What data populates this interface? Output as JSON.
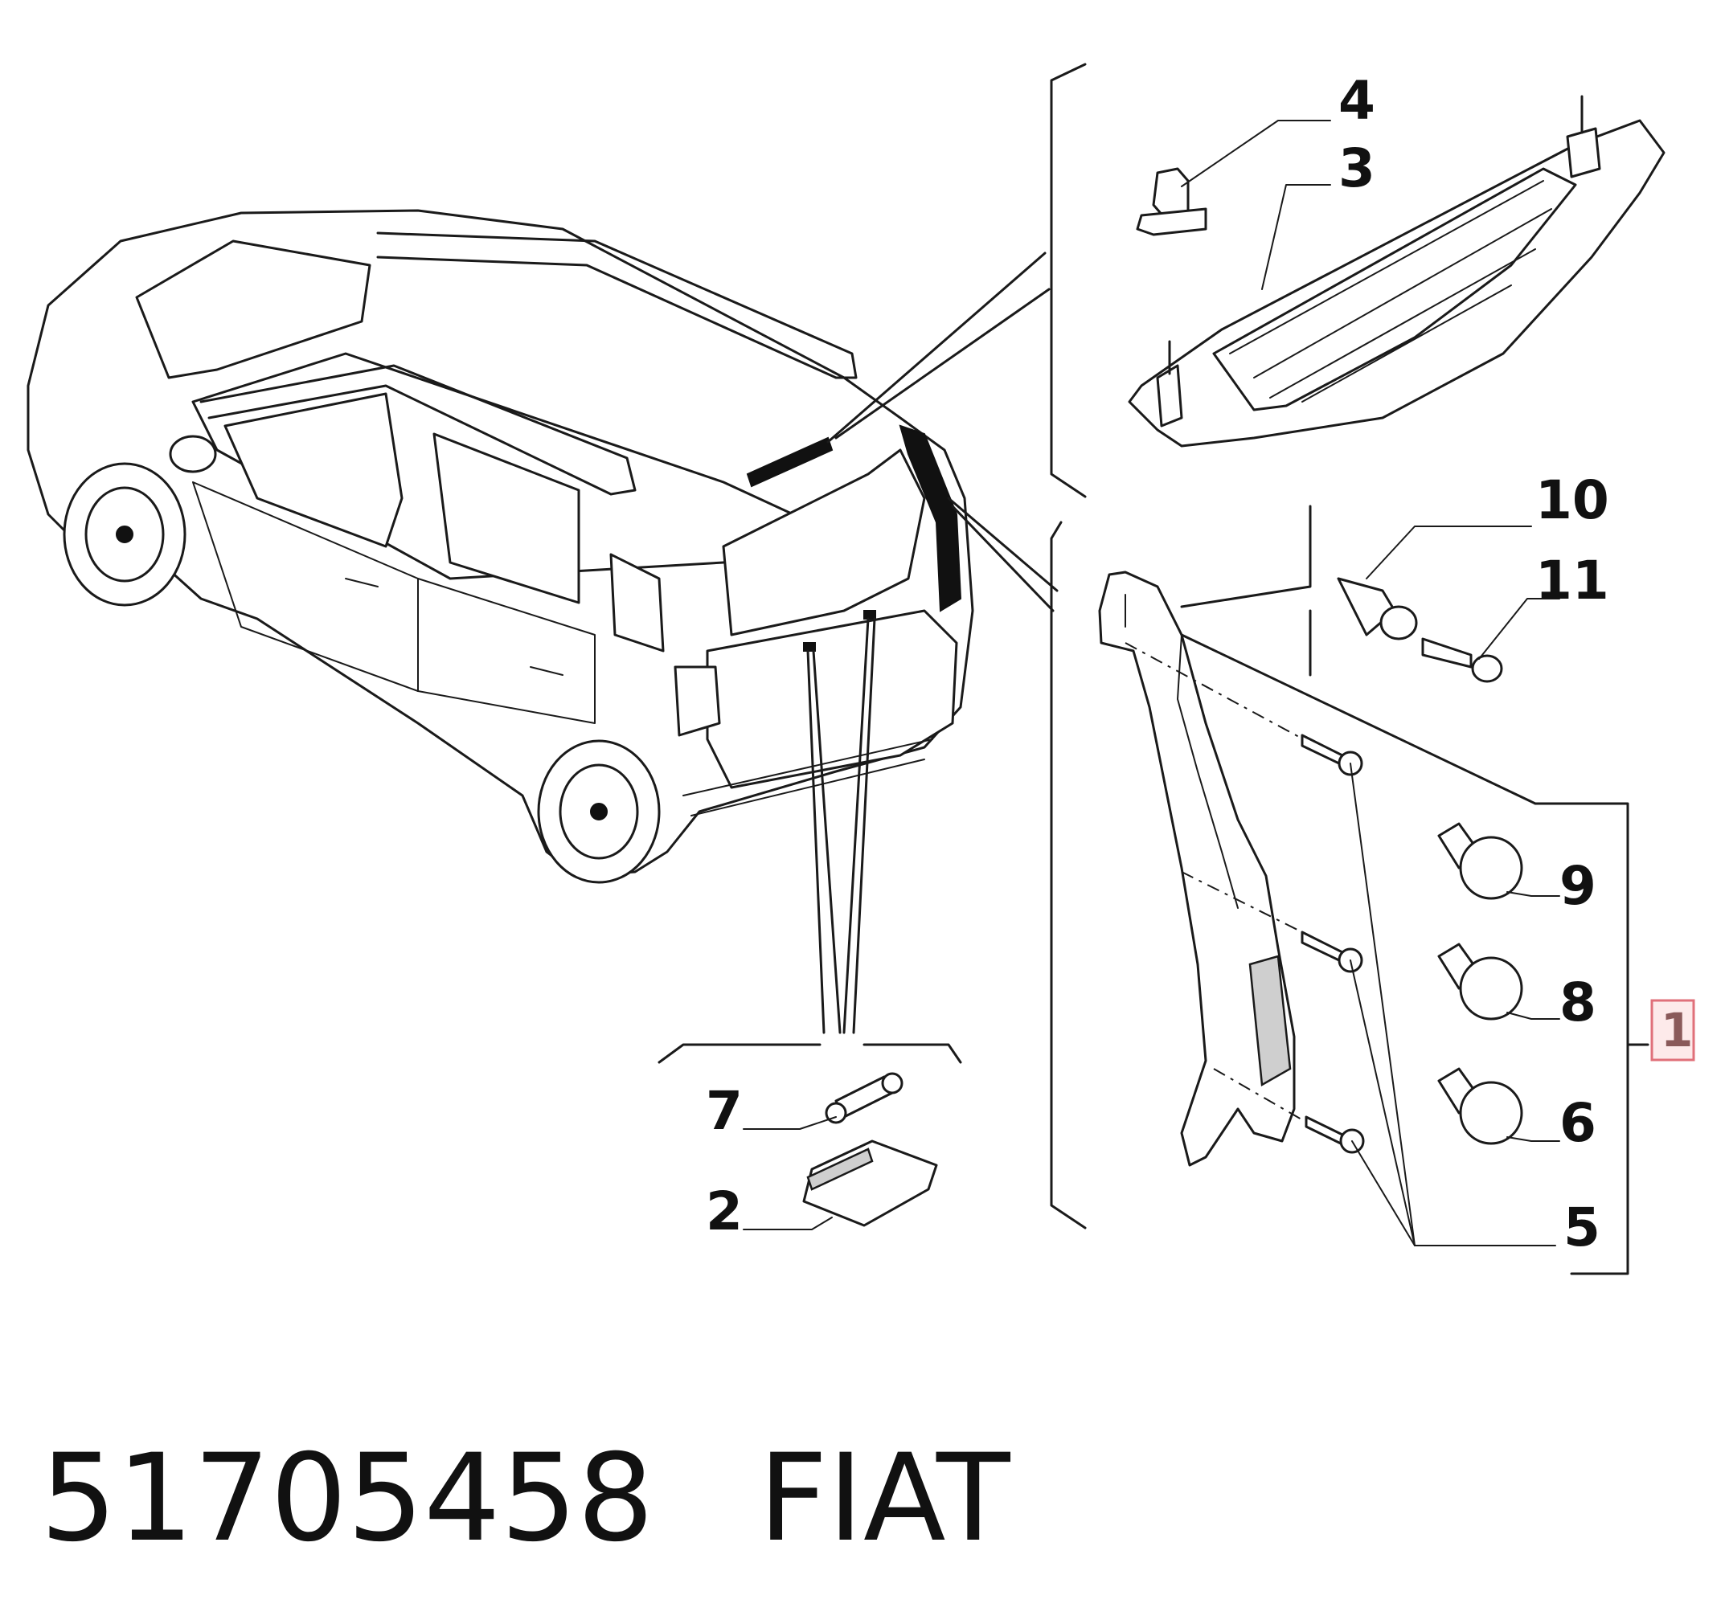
{
  "callouts": {
    "c1": "1",
    "c2": "2",
    "c3": "3",
    "c4": "4",
    "c5": "5",
    "c6": "6",
    "c7": "7",
    "c8": "8",
    "c9": "9",
    "c10": "10",
    "c11": "11"
  },
  "selected_callout": "1",
  "footer": {
    "part_number": "51705458",
    "brand": "FIAT"
  },
  "colors": {
    "line": "#1a1a1a",
    "highlight_fill": "#fdeaea",
    "highlight_stroke": "#e0707a"
  }
}
